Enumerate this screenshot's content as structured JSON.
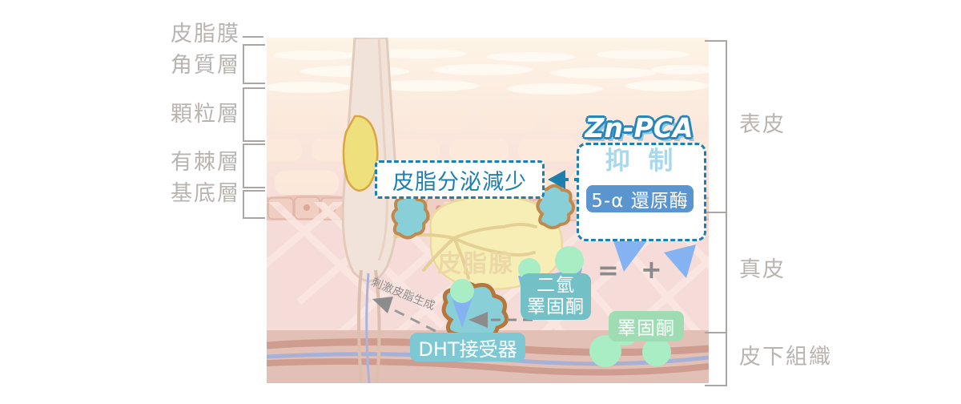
{
  "diagram": {
    "title_graphic": "skin-cross-section",
    "background_color": "#ffffff"
  },
  "left_layer_labels": [
    {
      "id": "sebum-film",
      "label": "皮脂膜"
    },
    {
      "id": "stratum-corneum",
      "label": "角質層"
    },
    {
      "id": "granular-layer",
      "label": "顆粒層"
    },
    {
      "id": "spinous-layer",
      "label": "有棘層"
    },
    {
      "id": "basal-layer",
      "label": "基底層"
    }
  ],
  "right_group_labels": [
    {
      "id": "epidermis",
      "label": "表皮"
    },
    {
      "id": "dermis",
      "label": "真皮"
    },
    {
      "id": "subcutaneous",
      "label": "皮下組織"
    }
  ],
  "callouts": {
    "sebum_reduction": "皮脂分泌減少",
    "znpca_title": "Zn-PCA",
    "znpca_inhibit": "抑 制",
    "znpca_enzyme": "5-α 還原酶",
    "dht": "二氫\n睪固酮",
    "testosterone": "睪固酮",
    "dht_receptor": "DHT接受器",
    "sebaceous_gland": "皮脂腺",
    "stimulate_sebum": "刺激皮脂生成",
    "equals_sign": "=",
    "plus_sign": "+"
  },
  "colors": {
    "accent_blue": "#1c7fae",
    "enzyme_pill": "#5b95cf",
    "dht_box": "#73c1c6",
    "testosterone_box": "#9fdcb4",
    "receptor_box": "#7ec8d4",
    "label_gray": "#b9b4b0",
    "gland_yellow": "#f5edb9",
    "epidermis_bg": "#fdf0e2",
    "dermis_bg": "#f7dcd8",
    "subcutis_bg": "#e2bfb5"
  }
}
